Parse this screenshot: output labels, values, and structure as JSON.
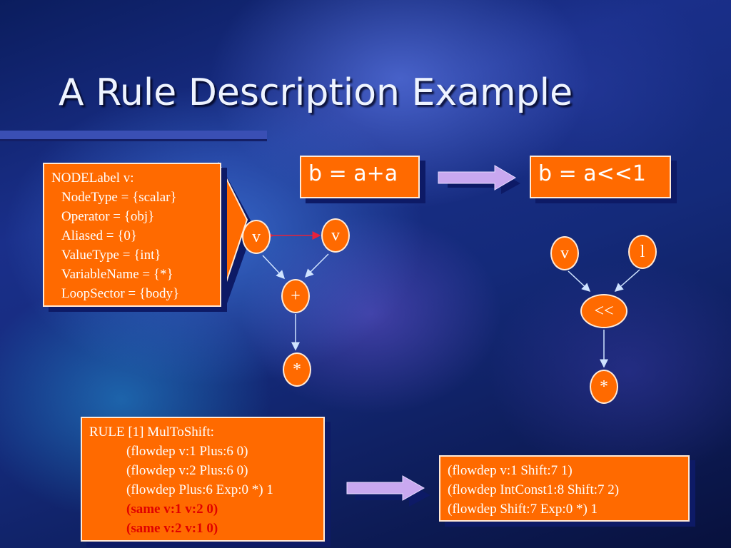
{
  "slide": {
    "title": "A Rule Description Example"
  },
  "node_label_box": {
    "lines": [
      "NODELabel v:",
      "NodeType = {scalar}",
      "Operator = {obj}",
      "Aliased = {0}",
      "ValueType = {int}",
      "VariableName = {*}",
      "LoopSector = {body}"
    ]
  },
  "before_expr": "b = a+a",
  "after_expr": "b = a<<1",
  "before_graph": {
    "node_v1": "v",
    "node_v2": "v",
    "node_plus": "+",
    "node_mul": "*"
  },
  "after_graph": {
    "node_v": "v",
    "node_one": "l",
    "node_shift": "<<",
    "node_mul": "*"
  },
  "rule_box": {
    "header": "RULE [1] MulToShift:",
    "lines": [
      "(flowdep v:1 Plus:6 0)",
      "(flowdep v:2 Plus:6 0)",
      "(flowdep Plus:6 Exp:0 *) 1"
    ],
    "highlighted_lines": [
      "(same v:1 v:2 0)",
      "(same v:2 v:1 0)"
    ]
  },
  "result_box": {
    "lines": [
      "(flowdep v:1 Shift:7 1)",
      "(flowdep IntConst1:8 Shift:7 2)",
      "(flowdep Shift:7 Exp:0 *) 1"
    ]
  },
  "colors": {
    "box_fill": "#ff6a00",
    "box_border": "#ffe9d6",
    "box_shadow": "#0d1a66",
    "arrow_fill": "#c9a8f0",
    "edge_color": "#cfe3ff",
    "alias_edge": "#e8223a",
    "highlight_text": "#e00000"
  }
}
